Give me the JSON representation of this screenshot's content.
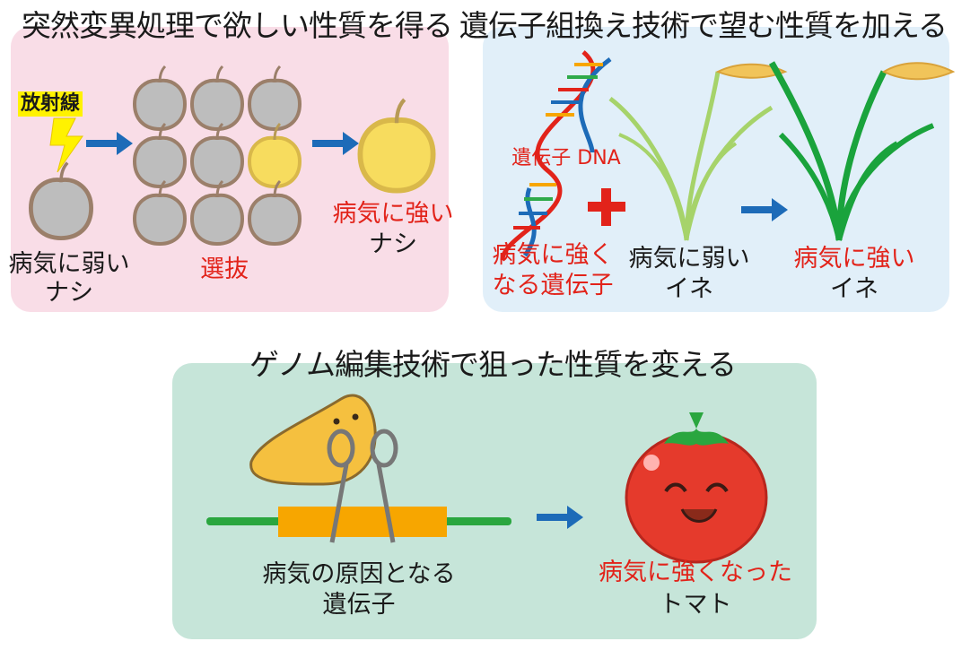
{
  "panels": {
    "mutation": {
      "title": "突然変異処理で欲しい性質を得る",
      "radiation": "放射線",
      "weak_line1": "病気に弱い",
      "weak_line2": "ナシ",
      "selection": "選抜",
      "strong_line1": "病気に強い",
      "strong_line2": "ナシ"
    },
    "gmo": {
      "title": "遺伝子組換え技術で望む性質を加える",
      "dna_label": "遺伝子 DNA",
      "gene_line1": "病気に強く",
      "gene_line2": "なる遺伝子",
      "weak_line1": "病気に弱い",
      "weak_line2": "イネ",
      "strong_line1": "病気に強い",
      "strong_line2": "イネ"
    },
    "genome": {
      "title": "ゲノム編集技術で狙った性質を変える",
      "gene_line1": "病気の原因となる",
      "gene_line2": "遺伝子",
      "result_line1": "病気に強くなった",
      "result_line2": "トマト"
    }
  },
  "colors": {
    "pink_panel": "#f9dde7",
    "blue_panel": "#e1eff9",
    "green_panel": "#c6e5d9",
    "arrow": "#1d6bb8",
    "red_text": "#e2231a",
    "gray_pear": "#bdbdbd",
    "yellow_pear": "#f7dc5e"
  }
}
